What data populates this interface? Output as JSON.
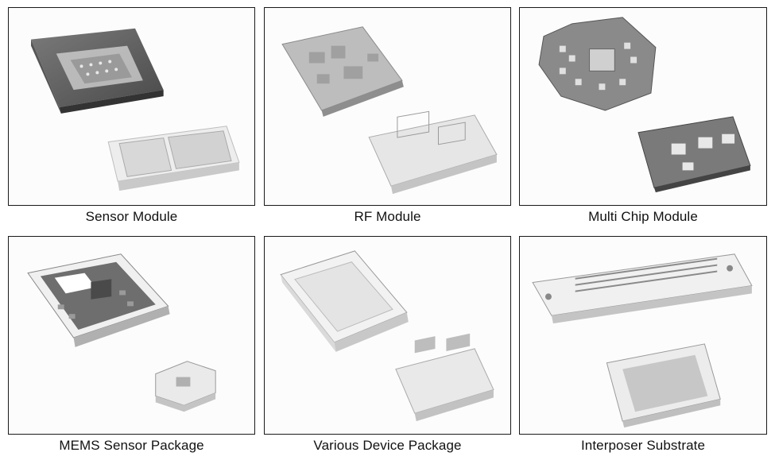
{
  "panels": [
    {
      "caption": "Sensor Module"
    },
    {
      "caption": "RF Module"
    },
    {
      "caption": "Multi Chip Module"
    },
    {
      "caption": "MEMS Sensor Package"
    },
    {
      "caption": "Various Device Package"
    },
    {
      "caption": "Interposer Substrate"
    }
  ]
}
